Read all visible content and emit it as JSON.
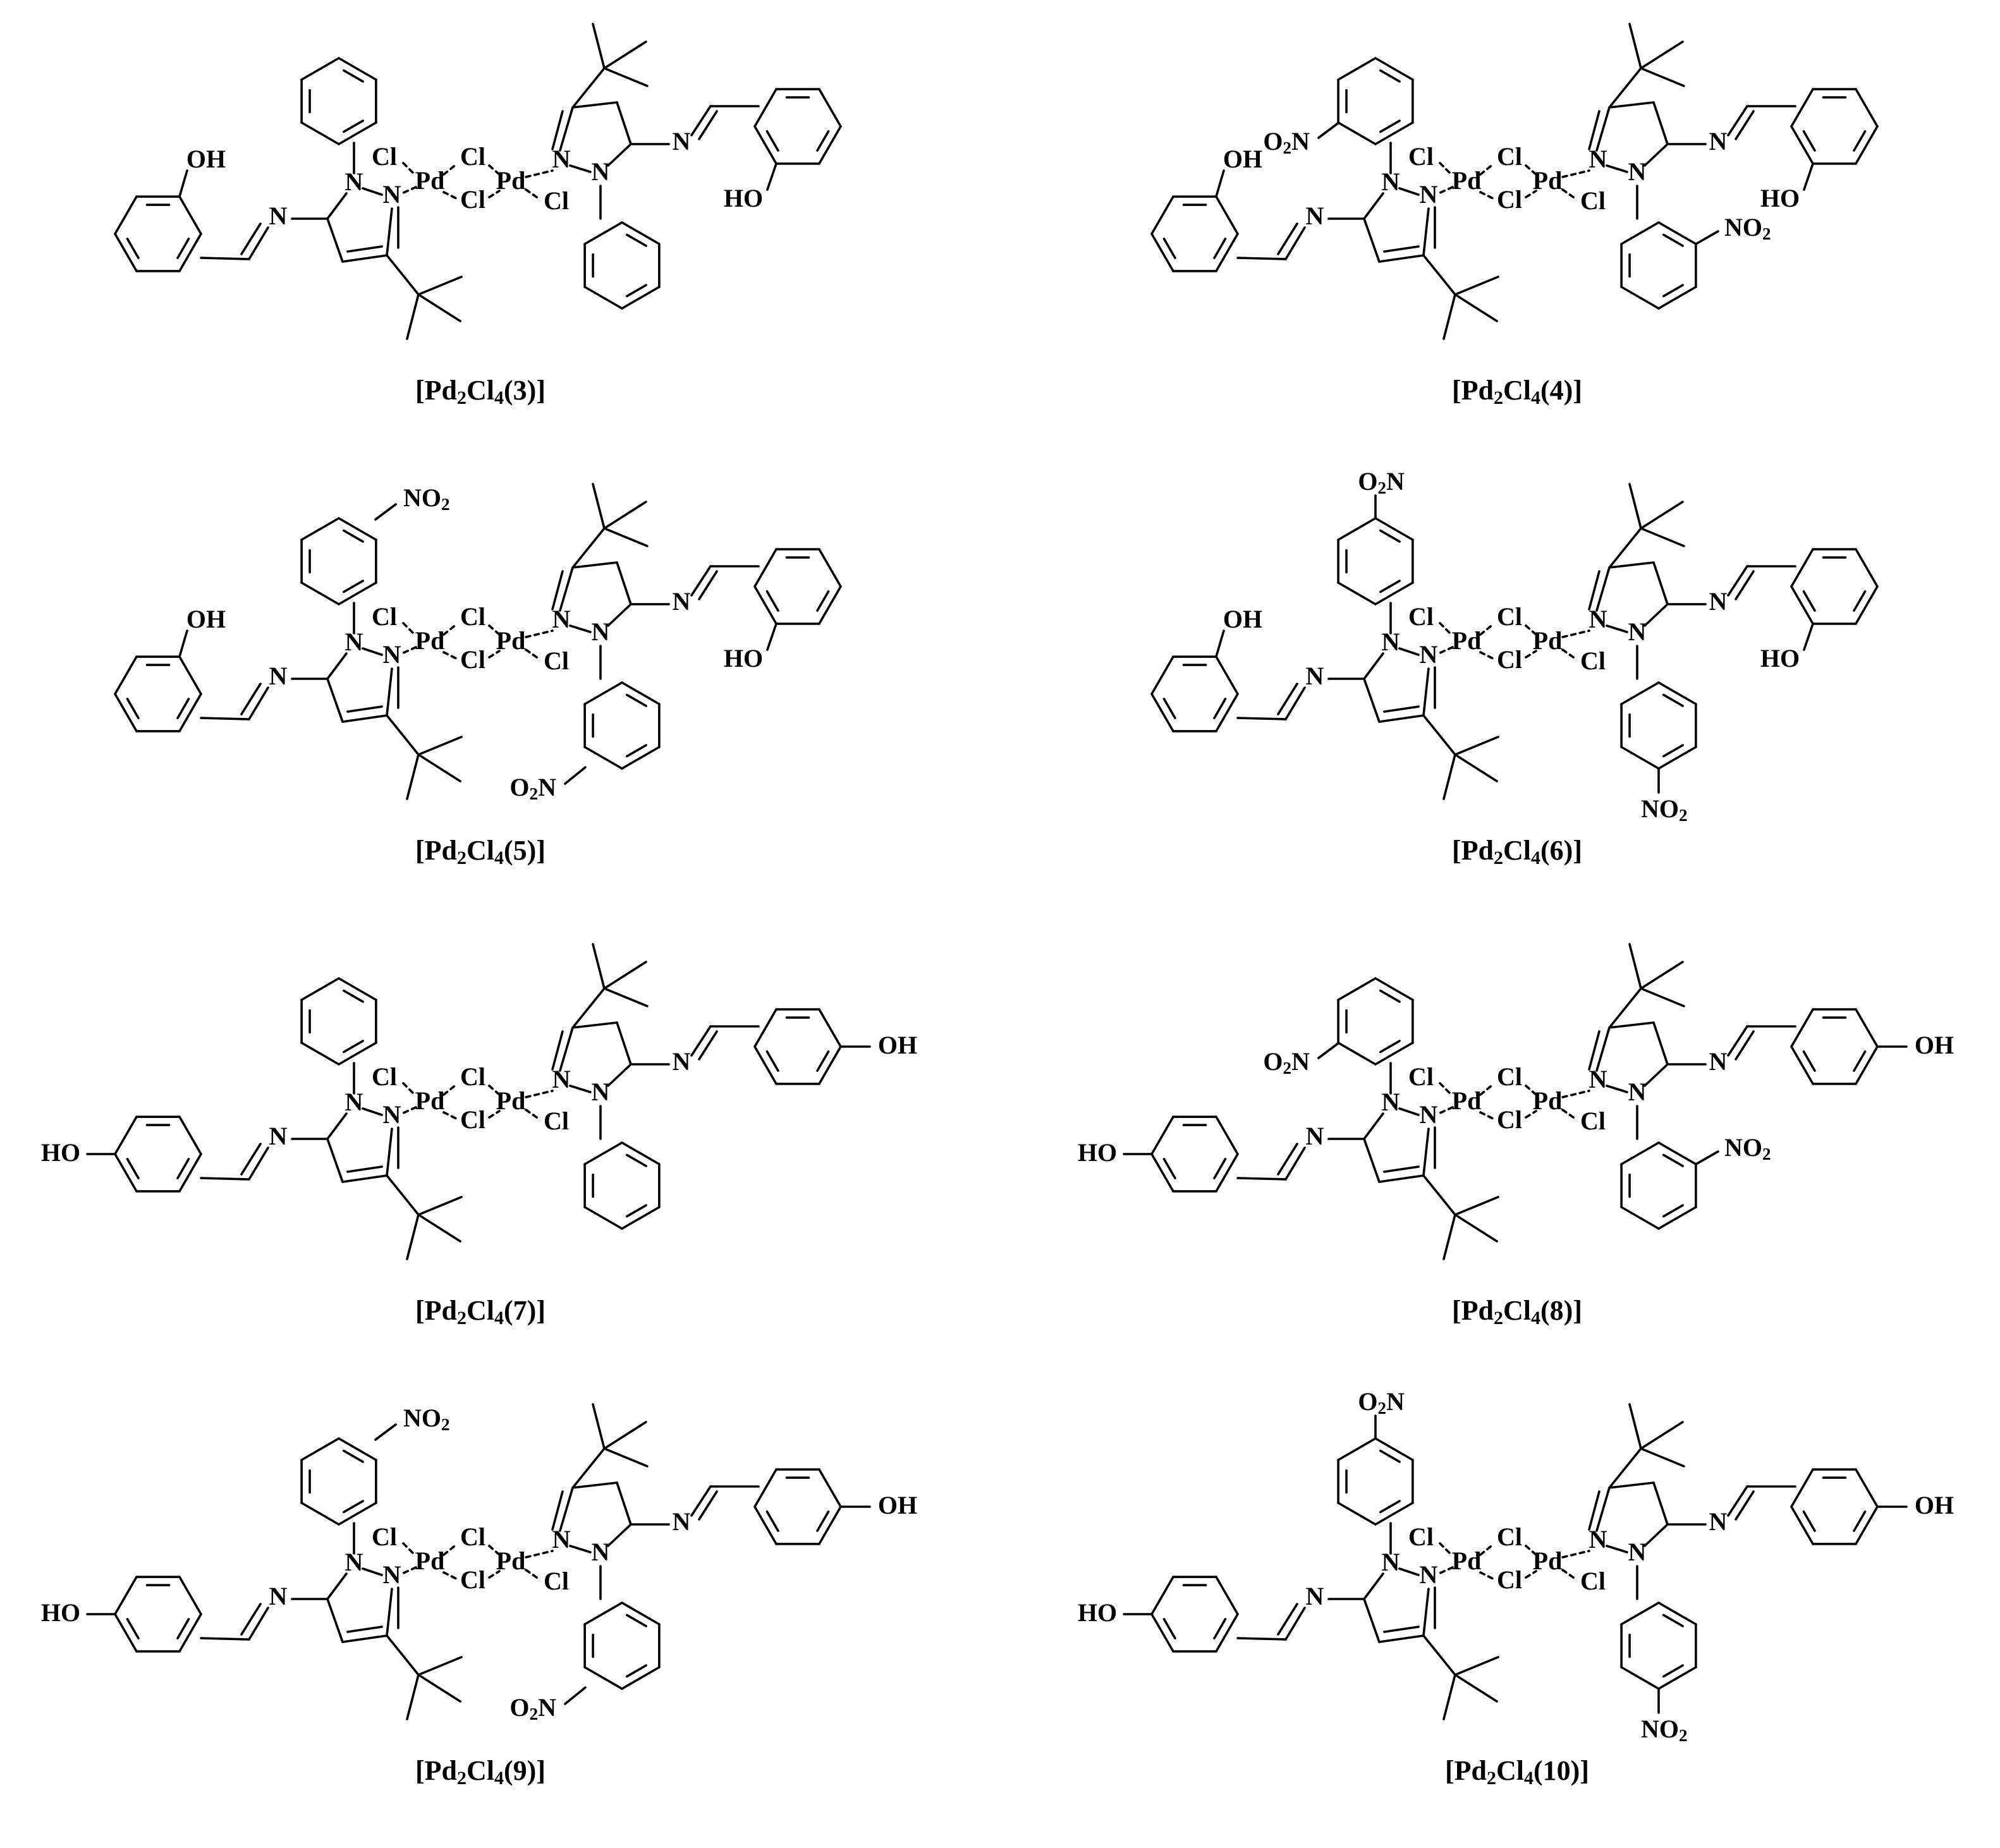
{
  "figure": {
    "compounds": [
      {
        "label": "[Pd2Cl4(3)]",
        "label_parts": [
          "[Pd",
          "2",
          "Cl",
          "4",
          "(3)]"
        ],
        "substituent": "none",
        "hydroxy_position": "ortho"
      },
      {
        "label": "[Pd2Cl4(4)]",
        "label_parts": [
          "[Pd",
          "2",
          "Cl",
          "4",
          "(4)]"
        ],
        "substituent": "ortho-NO2",
        "hydroxy_position": "ortho"
      },
      {
        "label": "[Pd2Cl4(5)]",
        "label_parts": [
          "[Pd",
          "2",
          "Cl",
          "4",
          "(5)]"
        ],
        "substituent": "meta-NO2",
        "hydroxy_position": "ortho"
      },
      {
        "label": "[Pd2Cl4(6)]",
        "label_parts": [
          "[Pd",
          "2",
          "Cl",
          "4",
          "(6)]"
        ],
        "substituent": "para-NO2",
        "hydroxy_position": "ortho"
      },
      {
        "label": "[Pd2Cl4(7)]",
        "label_parts": [
          "[Pd",
          "2",
          "Cl",
          "4",
          "(7)]"
        ],
        "substituent": "none",
        "hydroxy_position": "para"
      },
      {
        "label": "[Pd2Cl4(8)]",
        "label_parts": [
          "[Pd",
          "2",
          "Cl",
          "4",
          "(8)]"
        ],
        "substituent": "ortho-NO2",
        "hydroxy_position": "para"
      },
      {
        "label": "[Pd2Cl4(9)]",
        "label_parts": [
          "[Pd",
          "2",
          "Cl",
          "4",
          "(9)]"
        ],
        "substituent": "meta-NO2",
        "hydroxy_position": "para"
      },
      {
        "label": "[Pd2Cl4(10)]",
        "label_parts": [
          "[Pd",
          "2",
          "Cl",
          "4",
          "(10)]"
        ],
        "substituent": "para-NO2",
        "hydroxy_position": "para"
      }
    ],
    "atoms": {
      "pd": "Pd",
      "cl": "Cl",
      "n": "N",
      "oh_left": "OH",
      "oh_right": "HO",
      "no2_o": "O",
      "no2_n": "N",
      "no2_sub": "2"
    },
    "colors": {
      "ink": "#000000",
      "background": "#ffffff"
    }
  }
}
